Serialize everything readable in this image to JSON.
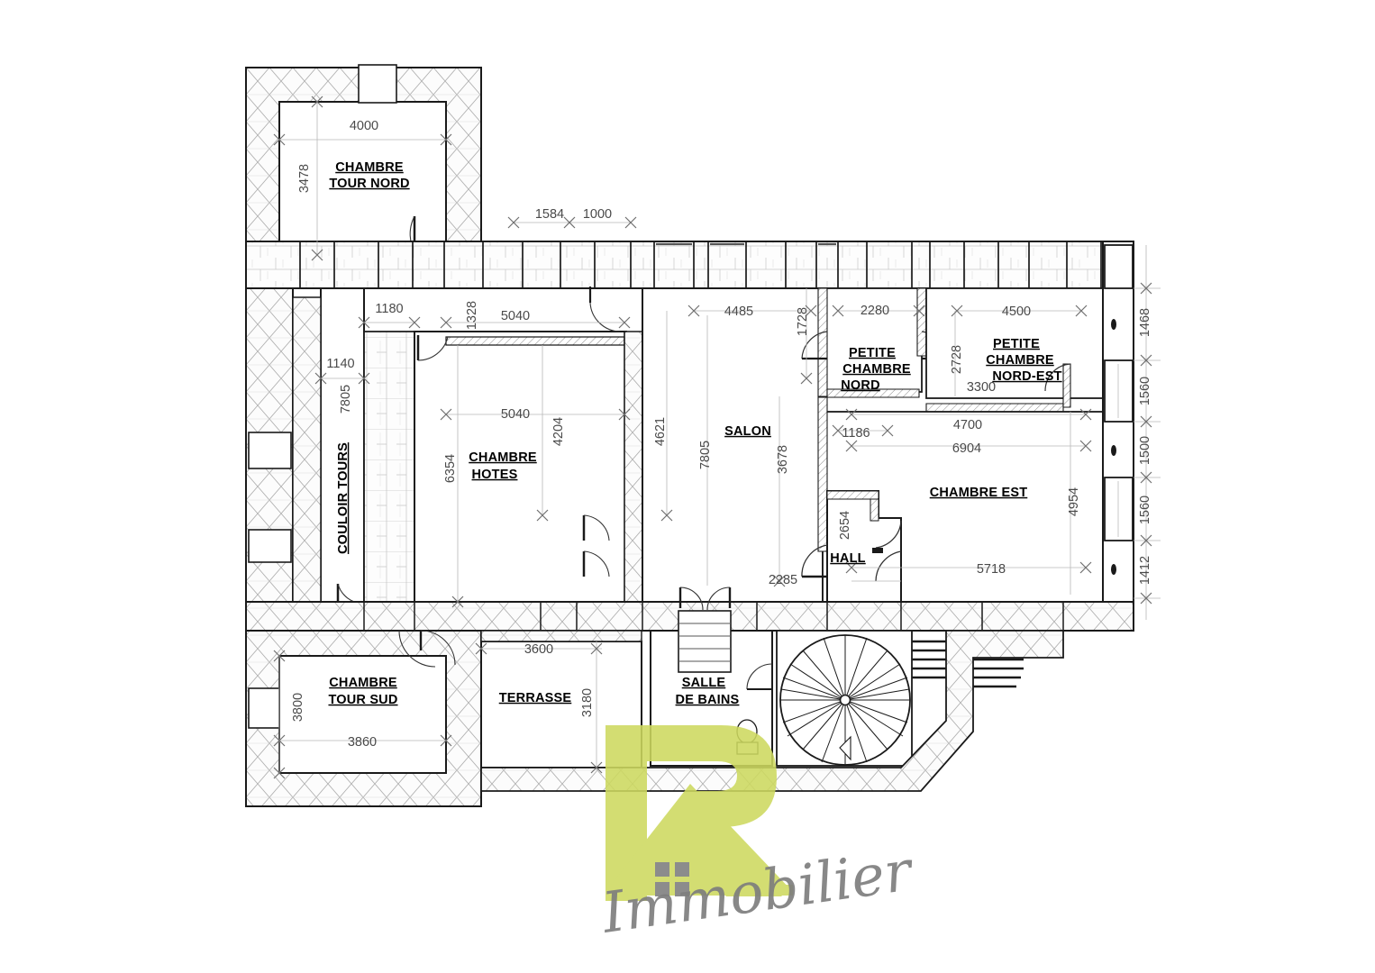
{
  "document": {
    "type": "architectural-floor-plan",
    "language": "fr",
    "units": "mm"
  },
  "rooms": [
    {
      "id": "chambre-tour-nord",
      "name": "CHAMBRE\nTOUR NORD",
      "line1": "CHAMBRE",
      "line2": "TOUR NORD"
    },
    {
      "id": "couloir-tours",
      "name": "COULOIR TOURS",
      "line1": "COULOIR TOURS",
      "line2": ""
    },
    {
      "id": "chambre-hotes",
      "name": "CHAMBRE\nHOTES",
      "line1": "CHAMBRE",
      "line2": "HOTES"
    },
    {
      "id": "salon",
      "name": "SALON",
      "line1": "SALON",
      "line2": ""
    },
    {
      "id": "petite-chambre-nord",
      "name": "PETITE\nCHAMBRE\nNORD",
      "line1": "PETITE",
      "line2": "CHAMBRE",
      "line3": "NORD"
    },
    {
      "id": "petite-chambre-nord-est",
      "name": "PETITE\nCHAMBRE\nNORD-EST",
      "line1": "PETITE",
      "line2": "CHAMBRE",
      "line3": "NORD-EST"
    },
    {
      "id": "chambre-est",
      "name": "CHAMBRE EST",
      "line1": "CHAMBRE EST",
      "line2": ""
    },
    {
      "id": "hall",
      "name": "HALL",
      "line1": "HALL",
      "line2": ""
    },
    {
      "id": "chambre-tour-sud",
      "name": "CHAMBRE\nTOUR SUD",
      "line1": "CHAMBRE",
      "line2": "TOUR SUD"
    },
    {
      "id": "terrasse",
      "name": "TERRASSE",
      "line1": "TERRASSE",
      "line2": ""
    },
    {
      "id": "salle-de-bains",
      "name": "SALLE\nDE BAINS",
      "line1": "SALLE",
      "line2": "DE BAINS"
    }
  ],
  "labels": {
    "chambre_tour_nord_1": "CHAMBRE",
    "chambre_tour_nord_2": "TOUR NORD",
    "couloir_tours": "COULOIR TOURS",
    "chambre_hotes_1": "CHAMBRE",
    "chambre_hotes_2": "HOTES",
    "salon": "SALON",
    "petite_chambre_nord_1": "PETITE",
    "petite_chambre_nord_2": "CHAMBRE",
    "petite_chambre_nord_3": "NORD",
    "petite_chambre_nord_est_1": "PETITE",
    "petite_chambre_nord_est_2": "CHAMBRE",
    "petite_chambre_nord_est_3": "NORD-EST",
    "chambre_est": "CHAMBRE EST",
    "hall": "HALL",
    "chambre_tour_sud_1": "CHAMBRE",
    "chambre_tour_sud_2": "TOUR SUD",
    "terrasse": "TERRASSE",
    "salle_de_bains_1": "SALLE",
    "salle_de_bains_2": "DE BAINS"
  },
  "dimensions": {
    "tour_nord_width": "4000",
    "tour_nord_height": "3478",
    "top_1584": "1584",
    "top_1000": "1000",
    "couloir_1180": "1180",
    "couloir_1140": "1140",
    "couloir_7805": "7805",
    "hotes_1328": "1328",
    "hotes_top_5040": "5040",
    "hotes_mid_5040": "5040",
    "hotes_4204": "4204",
    "hotes_6354": "6354",
    "salon_4621": "4621",
    "salon_7805": "7805",
    "salon_4485": "4485",
    "salon_3678": "3678",
    "salon_2285": "2285",
    "pcn_1728": "1728",
    "pcn_2280": "2280",
    "pcne_4500": "4500",
    "pcne_2728": "2728",
    "pcne_3300": "3300",
    "est_1186": "1186",
    "est_4700": "4700",
    "est_6904": "6904",
    "est_4954": "4954",
    "est_5718": "5718",
    "hall_2654": "2654",
    "right_1468": "1468",
    "right_1560_a": "1560",
    "right_1500": "1500",
    "right_1560_b": "1560",
    "right_1412": "1412",
    "tour_sud_h": "3800",
    "tour_sud_w": "3860",
    "terrasse_w": "3600",
    "terrasse_h": "3180"
  },
  "watermark": {
    "brand_text": "Immobilier",
    "logo_color": "#cdd95f",
    "window_color": "#7d7d7d",
    "script_color": "#6d6d6d"
  },
  "colors": {
    "wall_stroke": "#1a1a1a",
    "thin_stroke": "#5a5a5a",
    "dimension_text": "#4a4a4a",
    "label_text": "#000000",
    "hatch": "#9a9a9a",
    "background": "#ffffff"
  }
}
